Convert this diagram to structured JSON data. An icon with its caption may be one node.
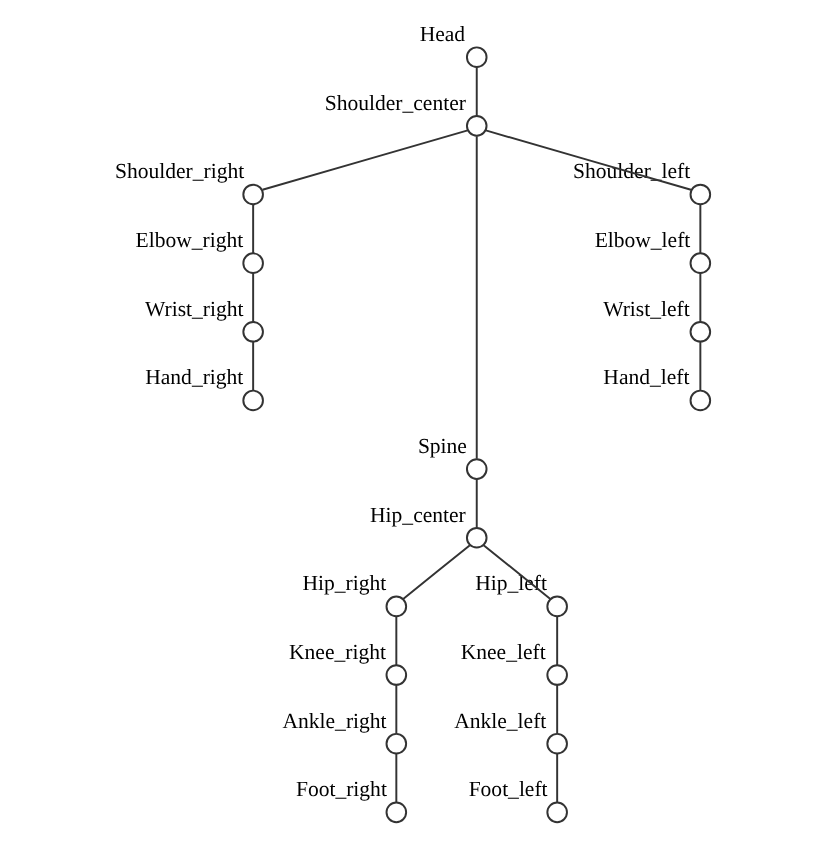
{
  "diagram": {
    "nodes": [
      {
        "text": [
          "Head"
        ]
      },
      {
        "text": [
          "Shoulder_center"
        ]
      },
      {
        "text": [
          "Shoulder_right"
        ]
      },
      {
        "text": [
          "Shoulder_left"
        ]
      },
      {
        "text": [
          "Elbow_right"
        ]
      },
      {
        "text": [
          "Elbow_left"
        ]
      },
      {
        "text": [
          "Wrist_right"
        ]
      },
      {
        "text": [
          "Wrist_left"
        ]
      },
      {
        "text": [
          "Hand_right"
        ]
      },
      {
        "text": [
          "Hand_left"
        ]
      },
      {
        "text": [
          "Spine"
        ]
      },
      {
        "text": [
          "Hip_center"
        ]
      },
      {
        "text": [
          "Hip_right"
        ]
      },
      {
        "text": [
          "Hip_left"
        ]
      },
      {
        "text": [
          "Knee_right"
        ]
      },
      {
        "text": [
          "Knee_left"
        ]
      },
      {
        "text": [
          "Ankle_right"
        ]
      },
      {
        "text": [
          "Ankle_left"
        ]
      },
      {
        "text": [
          "Foot_right"
        ]
      },
      {
        "text": [
          "Foot_left"
        ]
      }
    ],
    "edges": [
      {
        "from": 0,
        "to": 1,
        "arrow": "none"
      },
      {
        "from": 1,
        "to": 2,
        "arrow": "none"
      },
      {
        "from": 1,
        "to": 10,
        "arrow": "none"
      },
      {
        "from": 1,
        "to": 3,
        "arrow": "none"
      },
      {
        "from": 2,
        "to": 4,
        "arrow": "none"
      },
      {
        "from": 3,
        "to": 5,
        "arrow": "none"
      },
      {
        "from": 4,
        "to": 6,
        "arrow": "none"
      },
      {
        "from": 5,
        "to": 7,
        "arrow": "none"
      },
      {
        "from": 6,
        "to": 8,
        "arrow": "none"
      },
      {
        "from": 7,
        "to": 9,
        "arrow": "none"
      },
      {
        "from": 10,
        "to": 11,
        "arrow": "none"
      },
      {
        "from": 11,
        "to": 12,
        "arrow": "none"
      },
      {
        "from": 11,
        "to": 13,
        "arrow": "none"
      },
      {
        "from": 12,
        "to": 14,
        "arrow": "none"
      },
      {
        "from": 13,
        "to": 15,
        "arrow": "none"
      },
      {
        "from": 14,
        "to": 16,
        "arrow": "none"
      },
      {
        "from": 15,
        "to": 17,
        "arrow": "none"
      },
      {
        "from": 16,
        "to": 18,
        "arrow": "none"
      },
      {
        "from": 17,
        "to": 19,
        "arrow": "none"
      }
    ]
  }
}
